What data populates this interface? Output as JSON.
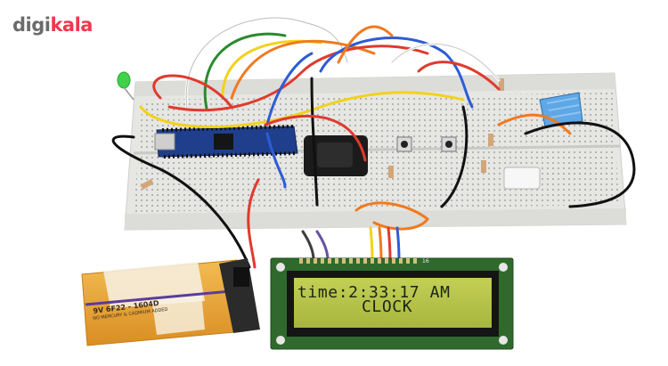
{
  "brand": {
    "part1": "digi",
    "part2": "kala"
  },
  "lcd": {
    "line1": "time:2:33:17 AM",
    "line2": "CLOCK",
    "pin_label": "16"
  },
  "battery": {
    "label": "9V  6F22 - 1604D",
    "warning": "NO MERCURY & CADMIUM ADDED"
  },
  "colors": {
    "brand_gray": "#6b6b6b",
    "brand_red": "#ef394e",
    "lcd_backlight": "#b5c24a",
    "pcb_green": "#2f6a2c",
    "battery_orange": "#e9a93a",
    "breadboard": "#ececec"
  }
}
